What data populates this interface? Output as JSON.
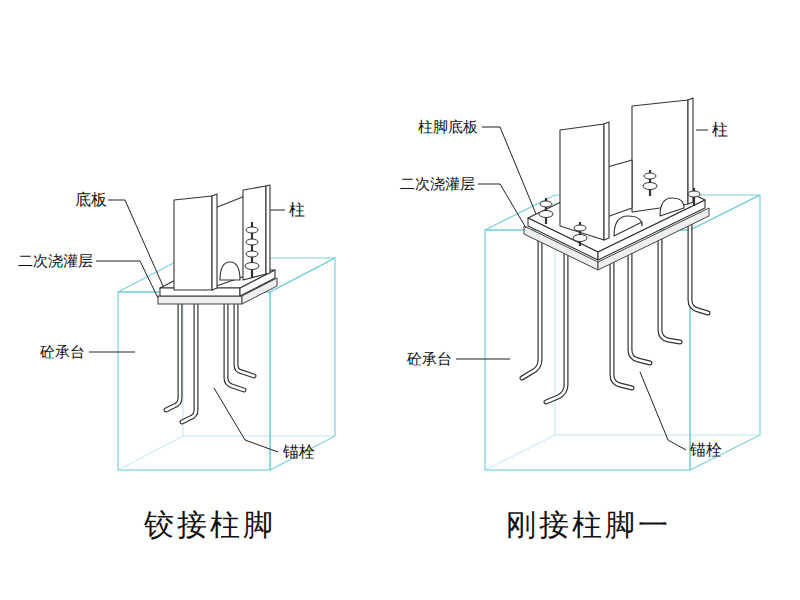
{
  "diagram": {
    "labels": [
      "底板",
      "二次浇灌层",
      "柱",
      "砼承台",
      "锚栓",
      "铰接柱脚",
      "柱脚底板",
      "二次浇灌层",
      "柱",
      "砼承台",
      "锚栓",
      "刚接柱脚一"
    ]
  }
}
